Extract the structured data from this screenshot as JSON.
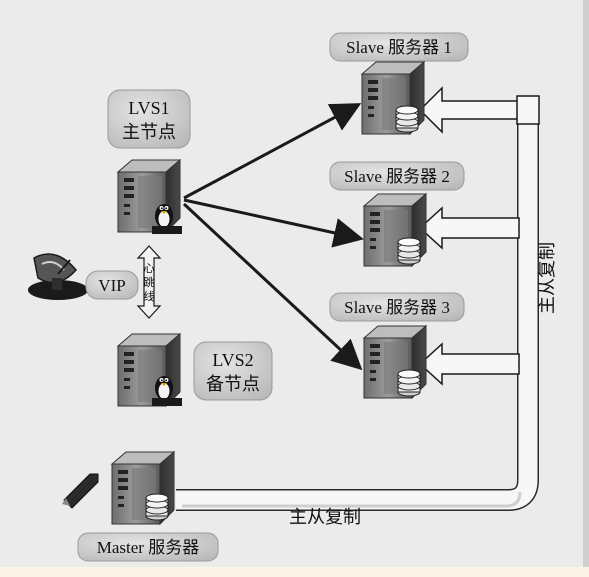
{
  "nodes": {
    "lvs1": {
      "name": "LVS1",
      "role": "主节点"
    },
    "lvs2": {
      "name": "LVS2",
      "role": "备节点"
    },
    "vip": "VIP",
    "heartbeat": [
      "心",
      "跳",
      "线"
    ],
    "slave1": "Slave 服务器 1",
    "slave2": "Slave 服务器 2",
    "slave3": "Slave 服务器 3",
    "master": "Master 服务器"
  },
  "labels": {
    "replication_vertical": "主从复制",
    "replication_horizontal": "主从复制"
  },
  "colors": {
    "background": "#ebebeb",
    "server_dark": "#3a3a3a",
    "server_mid": "#8a8a8a",
    "arrow": "#1a1a1a",
    "replication_band": "#f7f7f7",
    "label_box": "#cfcfcf"
  },
  "icons": [
    "server-icon",
    "linux-penguin-icon",
    "disk-stack-icon",
    "satellite-dish-icon",
    "pen-icon"
  ]
}
